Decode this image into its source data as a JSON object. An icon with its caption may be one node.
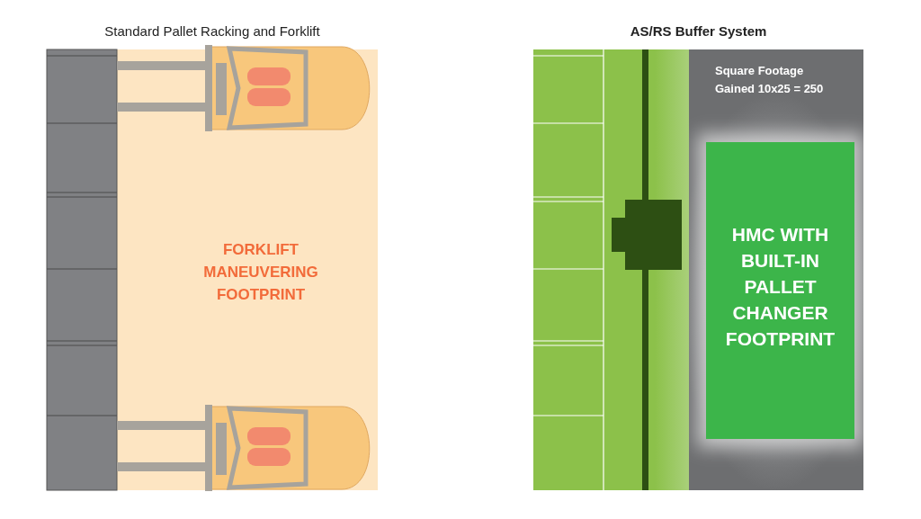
{
  "diagram": {
    "nodes": [
      {
        "text": [
          "FORKLIFT MANEUVERING FOOTPRINT"
        ]
      },
      {
        "text": [
          "Square Footage Gained 10x25 = 250"
        ]
      },
      {
        "text": [
          "HMC WITH BUILT-IN PALLET CHANGER FOOTPRINT"
        ],
        "in": 1
      }
    ],
    "labels": [
      "Standard Pallet Racking and Forklift",
      "AS/RS Buffer System"
    ]
  }
}
